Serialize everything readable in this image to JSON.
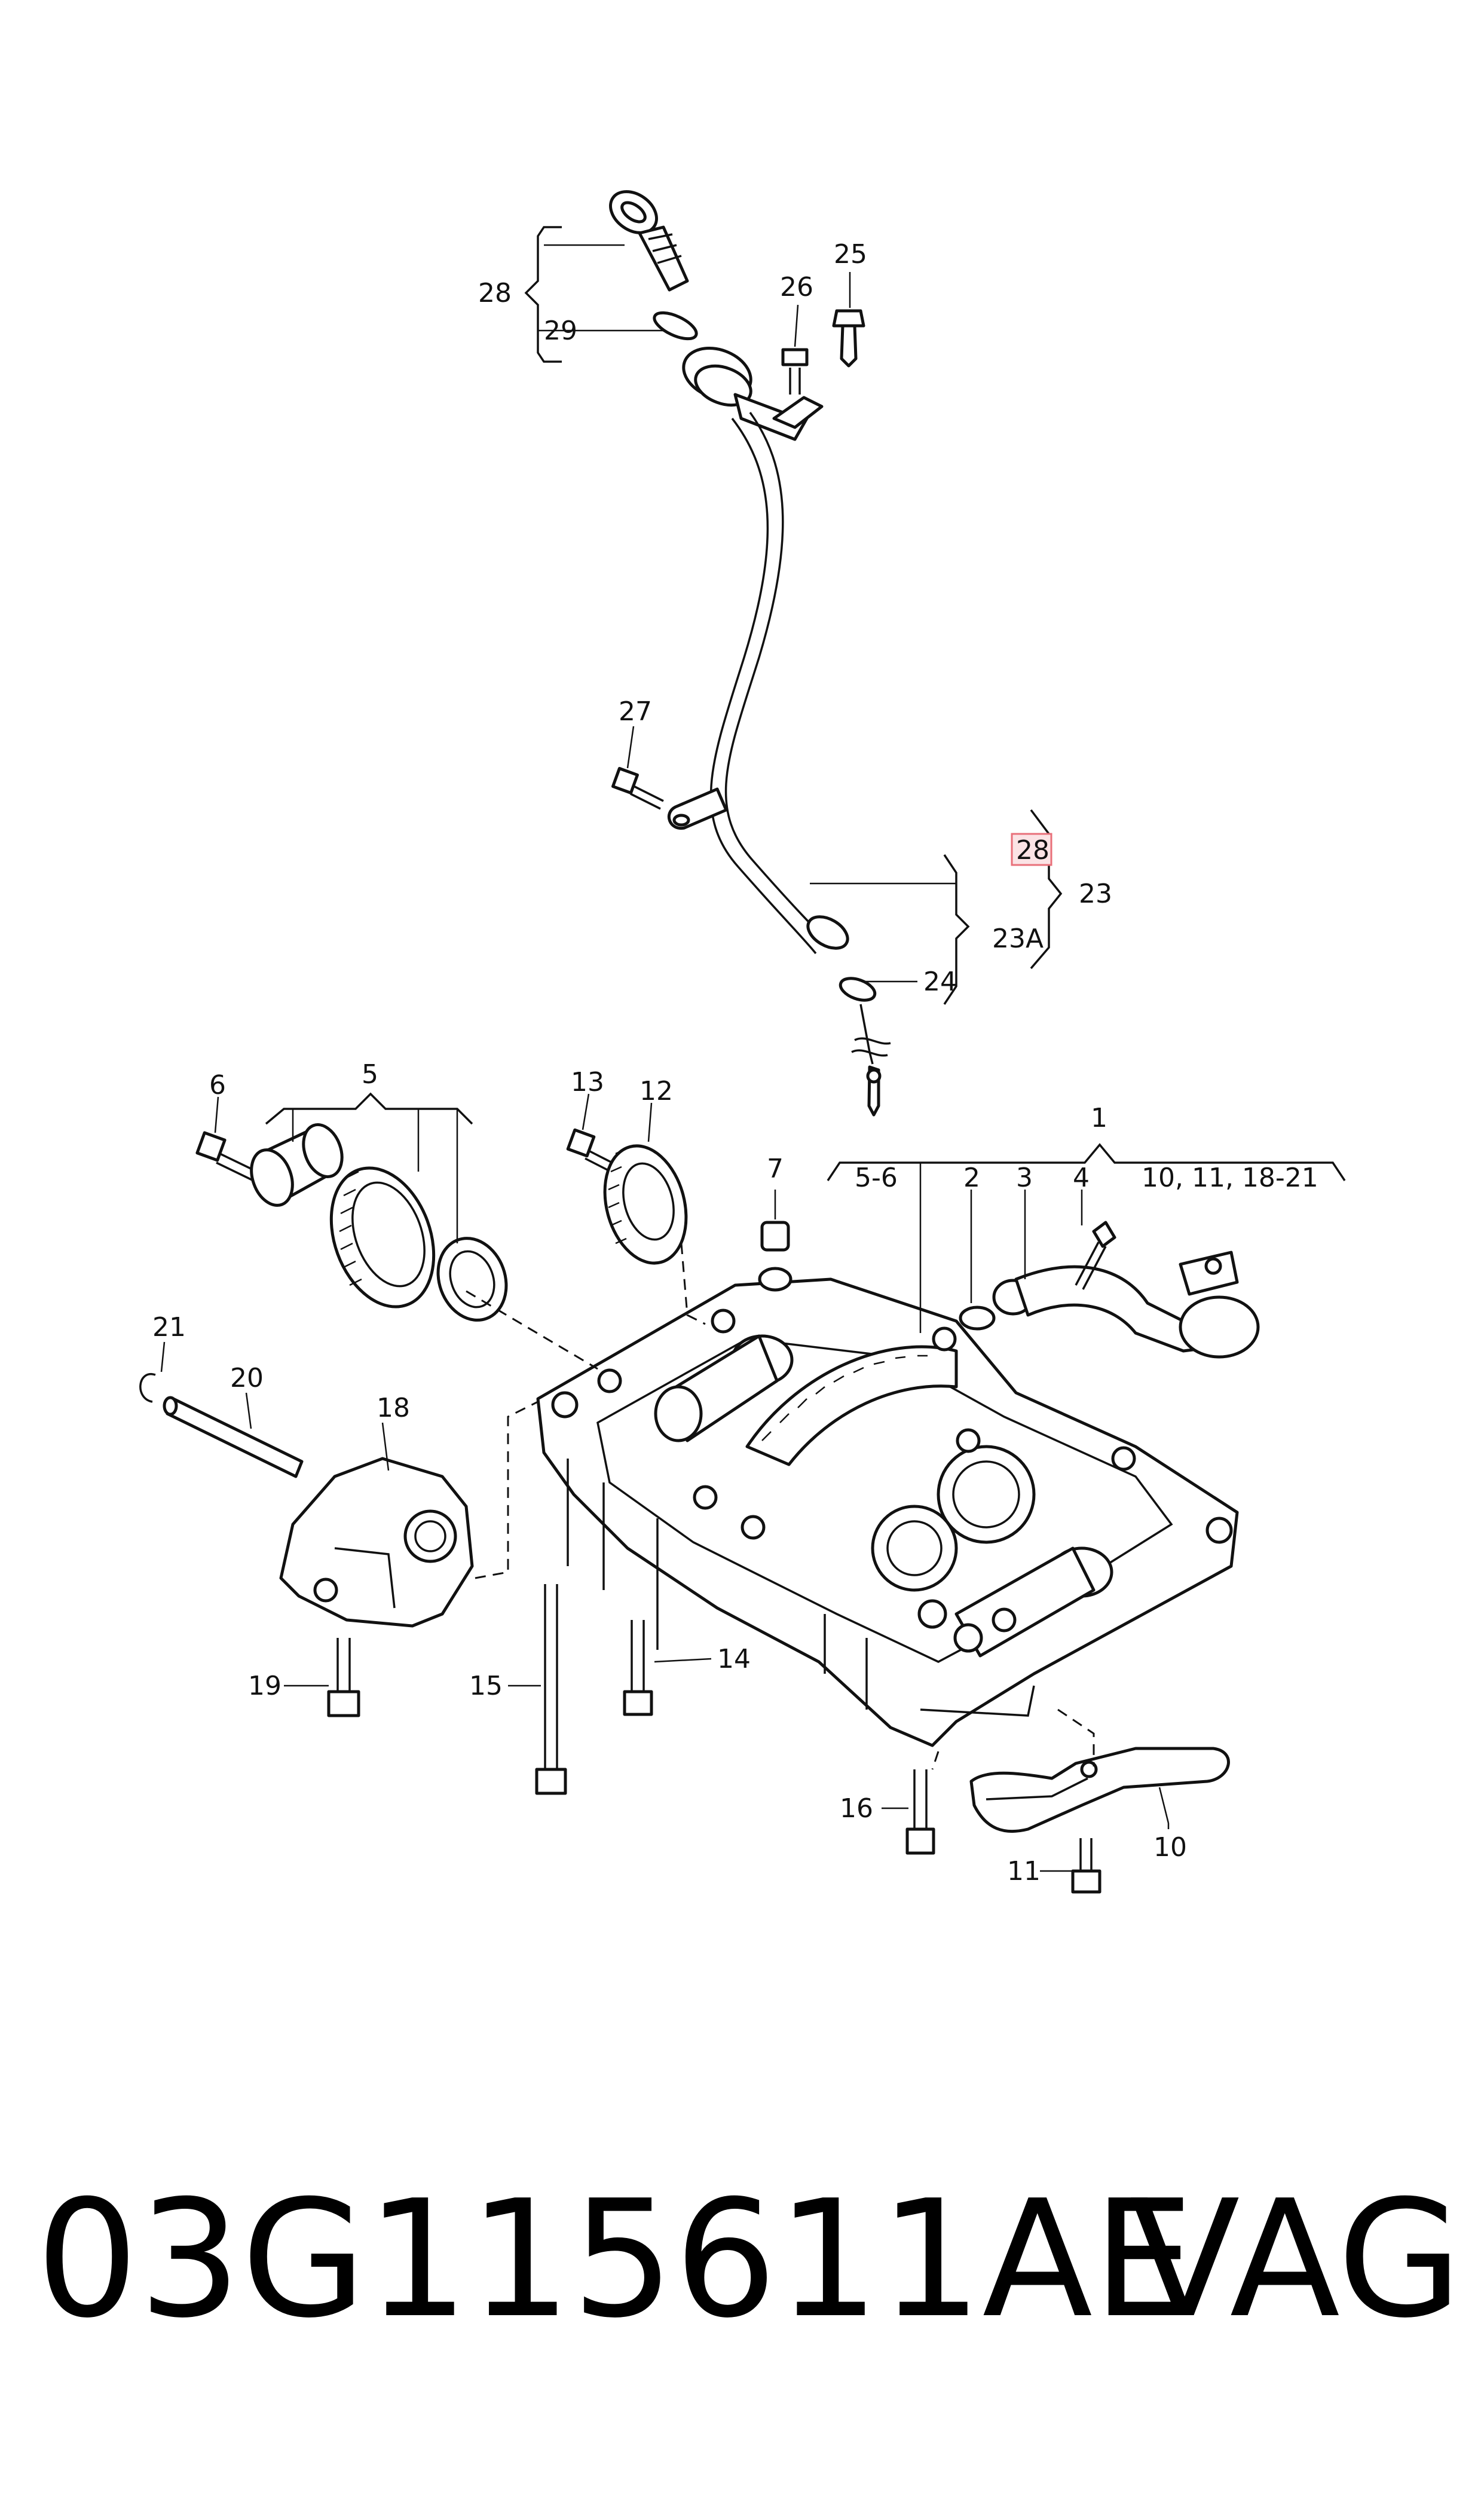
{
  "callouts": {
    "c1": "1",
    "c2": "2",
    "c3": "3",
    "c4": "4",
    "c5": "5",
    "c5_6": "5-6",
    "c6": "6",
    "c7": "7",
    "c10_group": "10, 11, 18-21",
    "c10": "10",
    "c11": "11",
    "c12": "12",
    "c13": "13",
    "c14": "14",
    "c15": "15",
    "c16": "16",
    "c18": "18",
    "c19": "19",
    "c20": "20",
    "c21": "21",
    "c23": "23",
    "c23a": "23A",
    "c24": "24",
    "c25": "25",
    "c26": "26",
    "c27": "27",
    "c28_top": "28",
    "c28_highlight": "28",
    "c29": "29"
  },
  "footer": {
    "part_number": "03G115611AE",
    "brand": "VAG"
  },
  "colors": {
    "line": "#111111",
    "highlight_border": "#e8707a",
    "highlight_fill": "#fbe3e5"
  }
}
